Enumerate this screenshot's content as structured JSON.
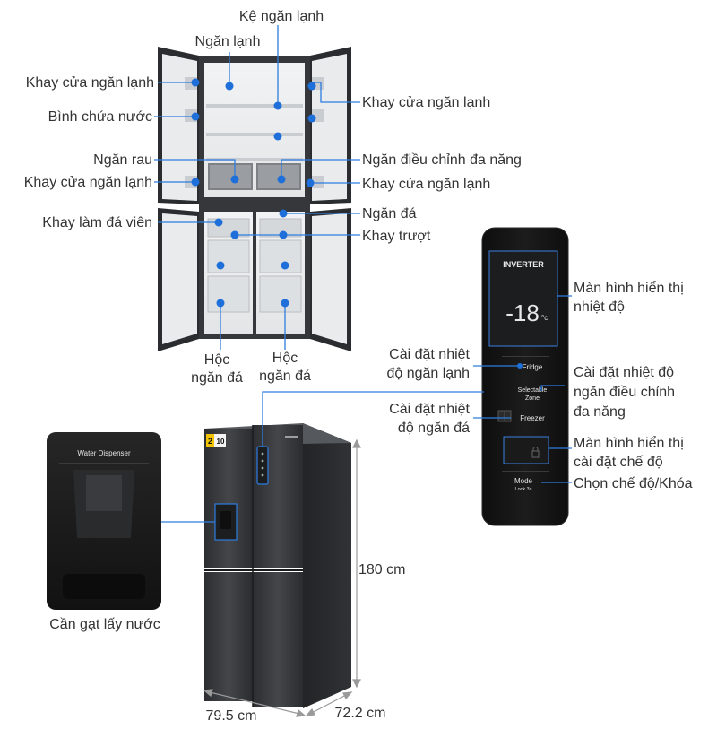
{
  "colors": {
    "accent_dot": "#1e6fd9",
    "leader_line": "#2d7de0",
    "label_text": "#333333",
    "fridge_body": "#3a3c40",
    "panel_black": "#161616"
  },
  "labels": {
    "shelf": "Kệ ngăn lạnh",
    "fridge_compartment": "Ngăn lạnh",
    "door_tray_left_1": "Khay cửa ngăn lạnh",
    "door_tray_right_1": "Khay cửa ngăn lạnh",
    "water_tank": "Bình chứa nước",
    "veg_drawer": "Ngăn rau",
    "multi_zone": "Ngăn điều chỉnh đa năng",
    "door_tray_left_2": "Khay cửa ngăn lạnh",
    "door_tray_right_2": "Khay cửa ngăn lạnh",
    "freezer_compartment": "Ngăn đá",
    "ice_tray": "Khay làm đá viên",
    "sliding_tray": "Khay trượt",
    "freezer_box_left_1": "Hộc",
    "freezer_box_left_2": "ngăn đá",
    "freezer_box_right_1": "Hộc",
    "freezer_box_right_2": "ngăn đá",
    "water_lever": "Cần gạt lấy nước",
    "display_temp_1": "Màn hình hiển thị",
    "display_temp_2": "nhiệt độ",
    "set_fridge_1": "Cài đặt nhiệt",
    "set_fridge_2": "độ ngăn lạnh",
    "set_multi_1": "Cài đặt nhiệt độ",
    "set_multi_2": "ngăn điều chỉnh",
    "set_multi_3": "đa năng",
    "set_freezer_1": "Cài đặt nhiệt",
    "set_freezer_2": "độ ngăn đá",
    "display_mode_1": "Màn hình hiển thị",
    "display_mode_2": "cài đặt chế độ",
    "mode_lock": "Chọn chế độ/Khóa"
  },
  "dimensions": {
    "height": "180 cm",
    "width": "79.5 cm",
    "depth": "72.2 cm"
  },
  "panel": {
    "inverter": "INVERTER",
    "temperature": "-18",
    "temp_unit": "°c",
    "fridge": "Fridge",
    "selectable": "Selectable",
    "zone": "Zone",
    "freezer": "Freezer",
    "mode": "Mode",
    "lock": "Lock 3s"
  },
  "dispenser": {
    "title": "Water Dispenser"
  },
  "badge": {
    "years": "2",
    "label": "10"
  }
}
